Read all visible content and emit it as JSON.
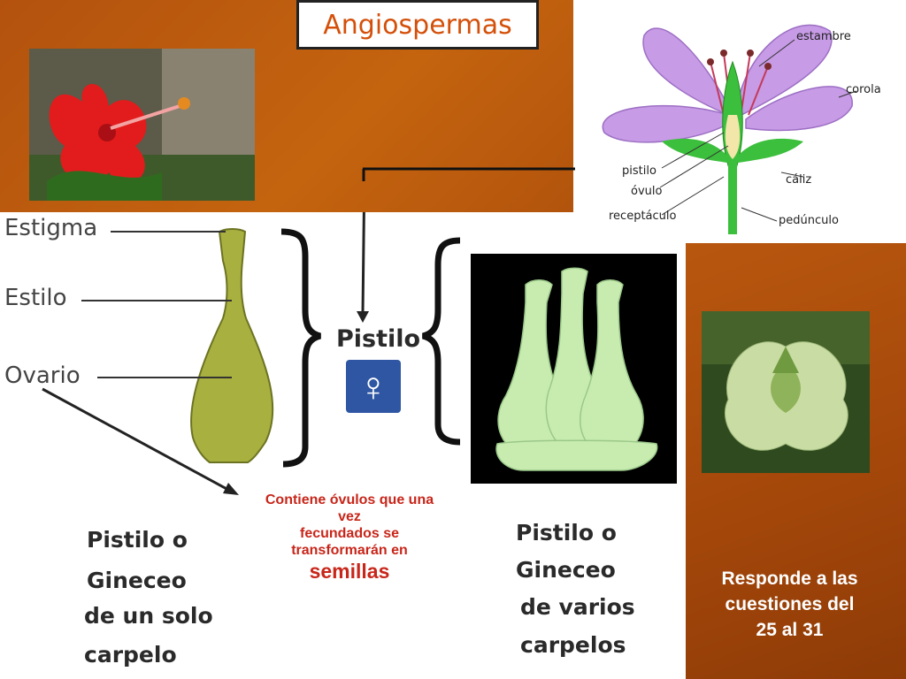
{
  "title": "Angiospermas",
  "flower_labels": {
    "estambre": "estambre",
    "corola": "corola",
    "pistilo": "pistilo",
    "ovulo": "óvulo",
    "caliz": "cáliz",
    "receptaculo": "receptáculo",
    "pedunculo": "pedúnculo"
  },
  "pistil_labels": {
    "estigma": "Estigma",
    "estilo": "Estilo",
    "ovario": "Ovario"
  },
  "center_label": "Pistilo",
  "female_symbol": "♀",
  "ovule_note": {
    "line1": "Contiene óvulos que una",
    "line2": "vez",
    "line3": "fecundados se",
    "line4": "transformarán en",
    "line5": "semillas"
  },
  "left_caption": {
    "line1": "Pistilo o",
    "line2": "Gineceo",
    "line3": "de un solo",
    "line4": "carpelo"
  },
  "right_caption": {
    "line1": "Pistilo o",
    "line2": "Gineceo",
    "line3": "de varios",
    "line4": "carpelos"
  },
  "question_note": {
    "line1": "Responde a las",
    "line2": "cuestiones  del",
    "line3": "25 al 31"
  },
  "colors": {
    "title_text": "#d4500a",
    "note_red": "#c8261a",
    "female_box": "#2f56a3",
    "pistil_green": "#a8b040"
  }
}
